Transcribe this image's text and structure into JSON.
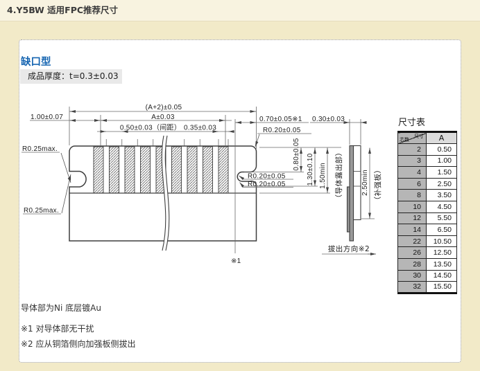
{
  "header": {
    "title": "4.Y5BW 适用FPC推荐尺寸"
  },
  "panel": {
    "section_title": "缺口型",
    "thickness_note": "成品厚度：t=0.3±0.03",
    "notes": {
      "conductor": "导体部为Ni 底层镀Au",
      "note1": "※1 对导体部无干扰",
      "note2": "※2 应从铜箔侧向加强板侧拔出"
    }
  },
  "diagram": {
    "dims": {
      "total_width": "(A+2)±0.05",
      "left_margin": "1.00±0.07",
      "conductor_span": "A±0.03",
      "pitch": "0.50±0.03（间距）",
      "conductor_width": "0.35±0.03",
      "right_margin": "0.70±0.05※1",
      "thickness": "0.30±0.03",
      "r_left_top": "R0.25max.",
      "r_left_bottom": "R0.25max.",
      "r_right_top": "R0.20±0.05",
      "r_notch_1": "R0.20±0.05",
      "r_notch_2": "R0.20±0.05",
      "v_exposed_1": "0.80±0.05",
      "v_exposed_2": "1.30±0.10",
      "v_exposed_3": "1.50min",
      "exposed_label": "（导体露出部）",
      "stiffener_len": "2.50min",
      "stiffener_label": "（补强板）",
      "pull_direction": "拔出方向※2",
      "note1_marker": "※1"
    }
  },
  "table": {
    "title": "尺寸表",
    "header": {
      "diag_top": "尺寸",
      "diag_bottom": "芯数",
      "col2": "A"
    },
    "rows": [
      [
        "2",
        "0.50"
      ],
      [
        "3",
        "1.00"
      ],
      [
        "4",
        "1.50"
      ],
      [
        "6",
        "2.50"
      ],
      [
        "8",
        "3.50"
      ],
      [
        "10",
        "4.50"
      ],
      [
        "12",
        "5.50"
      ],
      [
        "14",
        "6.50"
      ],
      [
        "22",
        "10.50"
      ],
      [
        "26",
        "12.50"
      ],
      [
        "28",
        "13.50"
      ],
      [
        "30",
        "14.50"
      ],
      [
        "32",
        "15.50"
      ]
    ]
  },
  "colors": {
    "accent_blue": "#1665b1",
    "page_bg": "#f2eac8",
    "header_bg": "#f8f3e0",
    "table_gray": "#b6b6b6",
    "box_gray": "#e9e9e9"
  }
}
